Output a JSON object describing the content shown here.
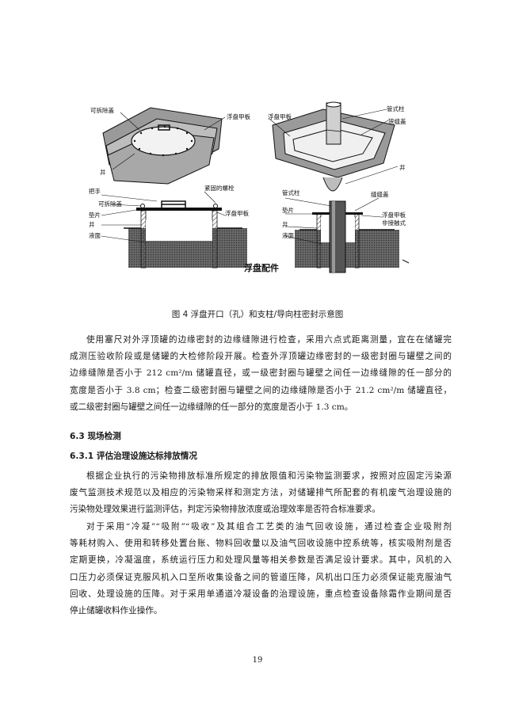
{
  "figure": {
    "caption": "图 4  浮盘开口（孔）和支柱/导向柱密封示意图",
    "labels": {
      "tl_removable_cover": "可拆除盖",
      "tl_deck": "浮盘甲板",
      "tl_well": "井",
      "tr_deck": "浮盘甲板",
      "tr_pipe_column": "管式柱",
      "tr_slot_cover": "狭缝盖",
      "tr_well": "井",
      "bl_handle": "把手",
      "bl_bolt": "紧固的螺栓",
      "bl_removable_cover": "可拆除盖",
      "bl_gasket": "垫片",
      "bl_deck": "浮盘甲板",
      "bl_well": "井",
      "bl_liquid": "液面",
      "br_pipe_column": "管式柱",
      "br_slot_cover": "缝缝盖",
      "br_gasket": "垫片",
      "br_deck": "浮盘甲板",
      "br_noncontact": "非接触式",
      "br_well": "井",
      "br_liquid": "液面",
      "fittings_title": "浮盘配件"
    }
  },
  "body": {
    "p1": [
      "使用塞尺对外浮顶罐的边缘密封的边缘缝隙进行检查，采用六点式距离测量，宜在在储罐完",
      "成测压验收阶段或是储罐的大检修阶段开展。检查外浮顶罐边缘密封的一级密封圈与罐壁之间的",
      "边缘缝隙是否小于 212 cm²/m 储罐直径，或一级密封圈与罐壁之间任一边缘缝隙的任一部分的",
      "宽度是否小于 3.8 cm；检查二级密封圈与罐壁之间的边缘缝隙是否小于 21.2 cm²/m 储罐直径，",
      "或二级密封圈与罐壁之间任一边缘缝隙的任一部分的宽度是否小于 1.3 cm。"
    ],
    "h1": "6.3 现场检测",
    "h2": "6.3.1 评估治理设施达标排放情况",
    "p2": [
      "根据企业执行的污染物排放标准所规定的排放限值和污染物监测要求，按照对应固定污染源",
      "废气监测技术规范以及相应的污染物采样和测定方法，对储罐排气所配套的有机废气治理设施的",
      "污染物处理效果进行监测评估，判定污染物排放浓度或治理效率是否符合标准要求。"
    ],
    "p3": [
      "对于采用“冷凝”“吸附”“吸收”及其组合工艺类的油气回收设施，通过检查企业吸附剂",
      "等耗材购入、使用和转移处置台账、物料回收量以及油气回收设施中控系统等，核实吸附剂是否",
      "定期更换，冷凝温度，系统运行压力和处理风量等相关参数是否满足设计要求。其中，风机的入",
      "口压力必须保证克服风机入口至所收集设备之间的管道压降，风机出口压力必须保证能克服油气",
      "回收、处理设施的压降。对于采用单通道冷凝设备的治理设施，重点检查设备除霜作业期间是否",
      "停止储罐收料作业操作。"
    ]
  },
  "page_number": "19"
}
